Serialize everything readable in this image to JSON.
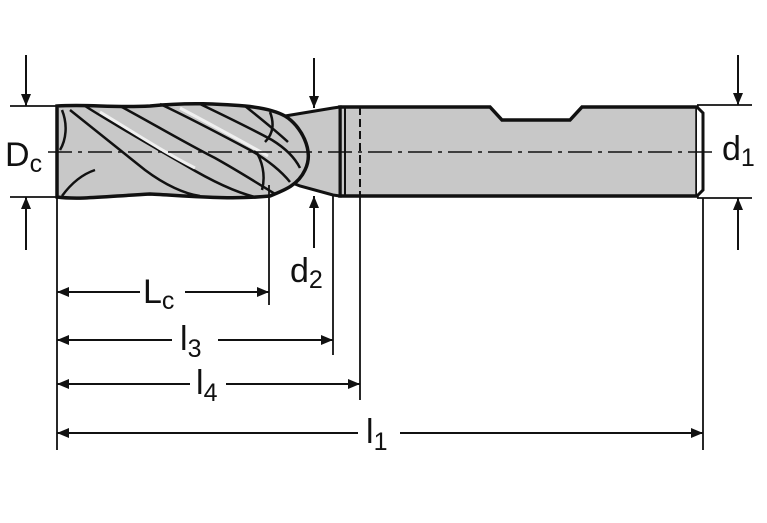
{
  "labels": {
    "cutting_diameter": {
      "main": "D",
      "sub": "c"
    },
    "shank_diameter": {
      "main": "d",
      "sub": "1"
    },
    "neck_diameter": {
      "main": "d",
      "sub": "2"
    },
    "cutting_length": {
      "main": "L",
      "sub": "c"
    },
    "length_l3": {
      "main": "l",
      "sub": "3"
    },
    "length_l4": {
      "main": "l",
      "sub": "4"
    },
    "overall_length": {
      "main": "l",
      "sub": "1"
    }
  },
  "colors": {
    "tool_fill": "#c8c8c8",
    "line": "#111111",
    "background": "#ffffff"
  }
}
